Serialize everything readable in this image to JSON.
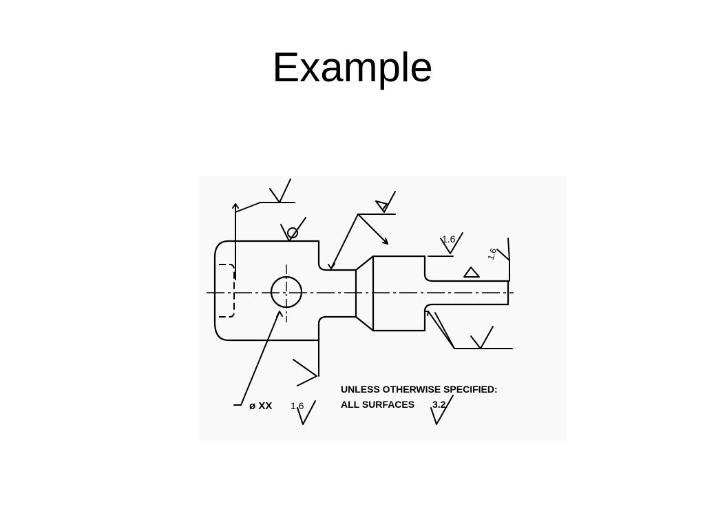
{
  "slide": {
    "title": "Example"
  },
  "drawing": {
    "note_line_1": "UNLESS OTHERWISE SPECIFIED:",
    "note_line_2": "ALL SURFACES",
    "general_roughness": "3.2",
    "hole_diameter_label": "ø XX",
    "hole_roughness": "1.6",
    "shoulder_roughness": "1.6",
    "pin_end_roughness": "1.6"
  }
}
